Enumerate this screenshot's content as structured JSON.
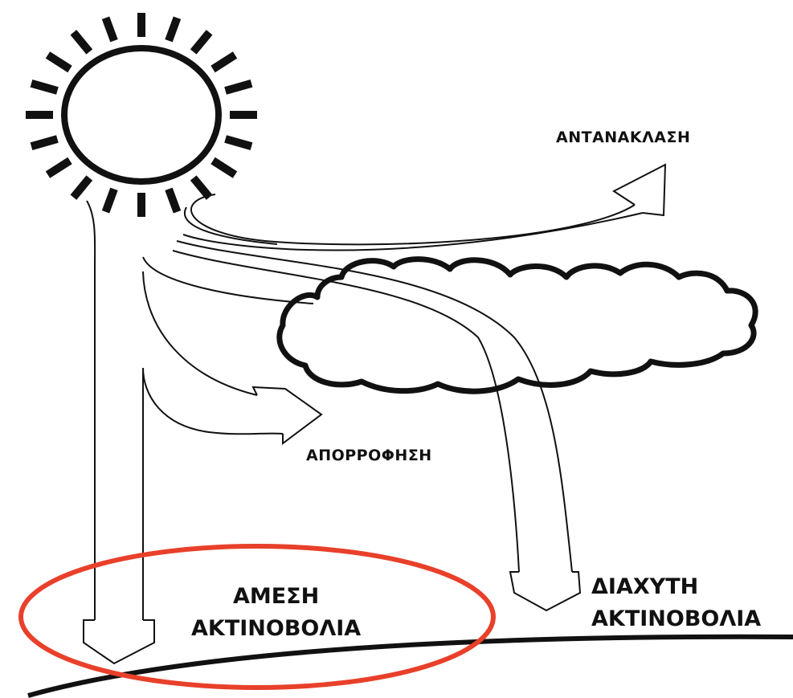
{
  "diagram": {
    "labels": {
      "reflection": "ΑΝΤΑΝΑΚΛΑΣΗ",
      "absorption": "ΑΠΟΡΡΟΦΗΣΗ",
      "direct_line1": "ΑΜΕΣΗ",
      "direct_line2": "ΑΚΤΙΝΟΒΟΛΙΑ",
      "diffuse_line1": "ΔΙΑΧΥΤΗ",
      "diffuse_line2": "ΑΚΤΙΝΟΒΟΛΙΑ"
    },
    "colors": {
      "ink": "#111111",
      "highlight": "#e8402a",
      "background": "#ffffff"
    },
    "icons": [
      "sun-icon",
      "cloud-icon"
    ]
  }
}
